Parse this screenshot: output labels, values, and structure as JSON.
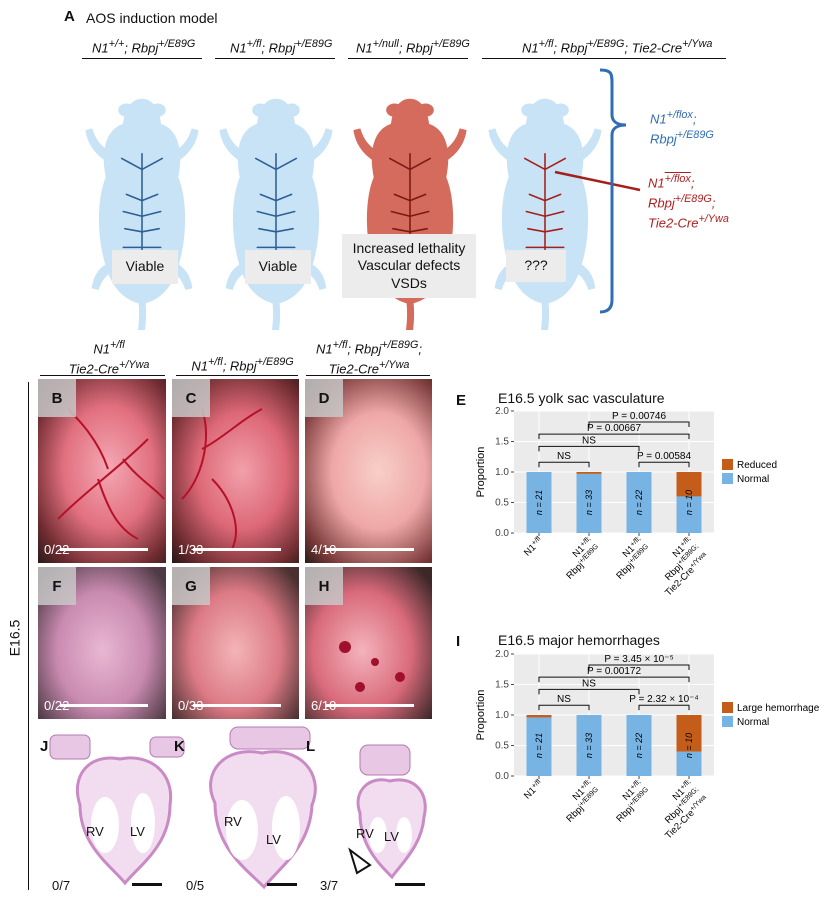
{
  "panel_a": {
    "letter": "A",
    "title": "AOS induction model",
    "genotypes": [
      {
        "base": "N1",
        "sup": "+/+",
        "rest": "; Rbpj",
        "sup2": "+/E89G",
        "extra": ""
      },
      {
        "base": "N1",
        "sup": "+/fl",
        "rest": "; Rbpj",
        "sup2": "+/E89G",
        "extra": ""
      },
      {
        "base": "N1",
        "sup": "+/null",
        "rest": "; Rbpj",
        "sup2": "+/E89G",
        "extra": ""
      },
      {
        "base": "N1",
        "sup": "+/fl",
        "rest": "; Rbpj",
        "sup2": "+/E89G",
        "extra": "; Tie2-Cre",
        "sup3": "+/Ywa"
      }
    ],
    "outcomes": [
      "Viable",
      "Viable",
      "Increased lethality\nVascular defects\nVSDs",
      "???"
    ],
    "legend_blue_l1": "N1",
    "legend_blue_l1_sup": "+/flox",
    "legend_blue_l1_after": ";",
    "legend_blue_l2": "Rbpj",
    "legend_blue_l2_sup": "+/E89G",
    "legend_red_l1": "N1",
    "legend_red_l1_sup": "+/flox",
    "legend_red_l1_after": ";",
    "legend_red_l2": "Rbpj",
    "legend_red_l2_sup": "+/E89G",
    "legend_red_l2_after": ";",
    "legend_red_l3": "Tie2-Cre",
    "legend_red_l3_sup": "+/Ywa",
    "colors": {
      "blue": "#2f6db5",
      "red": "#b01e1e",
      "mouse_blue": "#c9e3f6",
      "mouse_red": "#d46b5c",
      "vessel_blue": "#2d5f96",
      "vessel_red": "#a3201a"
    }
  },
  "panel_b_header": {
    "col1_l1": "N1",
    "col1_l1_sup": "+/fl",
    "col1_l2": "Tie2-Cre",
    "col1_l2_sup": "+/Ywa",
    "col2": "N1",
    "col2_sup": "+/fl",
    "col2_rest": "; Rbpj",
    "col2_sup2": "+/E89G",
    "col3_l1": "N1",
    "col3_l1_sup": "+/fl",
    "col3_l1_rest": "; Rbpj",
    "col3_l1_sup2": "+/E89G",
    "col3_l1_after": ";",
    "col3_l2": "Tie2-Cre",
    "col3_l2_sup": "+/Ywa"
  },
  "side_label": "E16.5",
  "photos_top": [
    {
      "tag": "B",
      "count": "0/22"
    },
    {
      "tag": "C",
      "count": "1/33"
    },
    {
      "tag": "D",
      "count": "4/10"
    }
  ],
  "photos_mid": [
    {
      "tag": "F",
      "count": "0/22"
    },
    {
      "tag": "G",
      "count": "0/33"
    },
    {
      "tag": "H",
      "count": "6/10"
    }
  ],
  "hearts": [
    {
      "tag": "J",
      "count": "0/7",
      "rv": "RV",
      "lv": "LV"
    },
    {
      "tag": "K",
      "count": "0/5",
      "rv": "RV",
      "lv": "LV"
    },
    {
      "tag": "L",
      "count": "3/7",
      "rv": "RV",
      "lv": "LV"
    }
  ],
  "chart_data": [
    {
      "type": "bar",
      "panel": "E",
      "title": "E16.5 yolk sac vasculature",
      "ylabel": "Proportion",
      "ylim": [
        0,
        2.0
      ],
      "yticks": [
        "0.0",
        "0.5",
        "1.0",
        "1.5",
        "2.0"
      ],
      "categories": [
        "N1+/fl",
        "N1+/fl;Rbpj+/E89G",
        "N1+/fl;Rbpj+/E89G",
        "N1+/fl;Rbpj+/E89G;Tie2-Cre+/Ywa"
      ],
      "series": [
        {
          "name": "Normal",
          "color": "#77b3e3",
          "values": [
            1.0,
            0.97,
            1.0,
            0.6
          ]
        },
        {
          "name": "Reduced",
          "color": "#c45d1a",
          "values": [
            0.0,
            0.03,
            0.0,
            0.4
          ]
        }
      ],
      "n_labels": [
        "n = 21",
        "n = 33",
        "n = 22",
        "n = 10"
      ],
      "comparisons": [
        {
          "from": 0,
          "to": 1,
          "label": "NS"
        },
        {
          "from": 2,
          "to": 3,
          "label": "P = 0.00584"
        },
        {
          "from": 0,
          "to": 2,
          "label": "NS"
        },
        {
          "from": 0,
          "to": 3,
          "label": "P = 0.00667"
        },
        {
          "from": 1,
          "to": 3,
          "label": "P = 0.00746"
        }
      ]
    },
    {
      "type": "bar",
      "panel": "I",
      "title": "E16.5 major hemorrhages",
      "ylabel": "Proportion",
      "ylim": [
        0,
        2.0
      ],
      "yticks": [
        "0.0",
        "0.5",
        "1.0",
        "1.5",
        "2.0"
      ],
      "categories": [
        "N1+/fl",
        "N1+/fl;Rbpj+/E89G",
        "N1+/fl;Rbpj+/E89G",
        "N1+/fl;Rbpj+/E89G;Tie2-Cre+/Ywa"
      ],
      "series": [
        {
          "name": "Normal",
          "color": "#77b3e3",
          "values": [
            0.96,
            1.0,
            1.0,
            0.4
          ]
        },
        {
          "name": "Large hemorrhage",
          "color": "#c45d1a",
          "values": [
            0.04,
            0.0,
            0.0,
            0.6
          ]
        }
      ],
      "n_labels": [
        "n = 21",
        "n = 33",
        "n = 22",
        "n = 10"
      ],
      "comparisons": [
        {
          "from": 0,
          "to": 1,
          "label": "NS"
        },
        {
          "from": 2,
          "to": 3,
          "label": "P = 2.32 × 10⁻⁴"
        },
        {
          "from": 0,
          "to": 2,
          "label": "NS"
        },
        {
          "from": 0,
          "to": 3,
          "label": "P = 0.00172"
        },
        {
          "from": 1,
          "to": 3,
          "label": "P = 3.45 × 10⁻⁵"
        }
      ]
    }
  ],
  "chart_xlabels": [
    {
      "l1": "N1",
      "l1_sup": "+/fl",
      "l2": "",
      "l2_sup": "",
      "l3": "",
      "l3_sup": ""
    },
    {
      "l1": "N1",
      "l1_sup": "+/fl",
      "l2": "Rbpj",
      "l2_sup": "+/E89G",
      "l3": "",
      "l3_sup": ""
    },
    {
      "l1": "N1",
      "l1_sup": "+/fl",
      "l2": "Rbpj",
      "l2_sup": "+/E89G",
      "l3": "",
      "l3_sup": ""
    },
    {
      "l1": "N1",
      "l1_sup": "+/fl",
      "l2": "Rbpj",
      "l2_sup": "+/E89G",
      "l3": "Tie2-Cre",
      "l3_sup": "+/Ywa"
    }
  ]
}
